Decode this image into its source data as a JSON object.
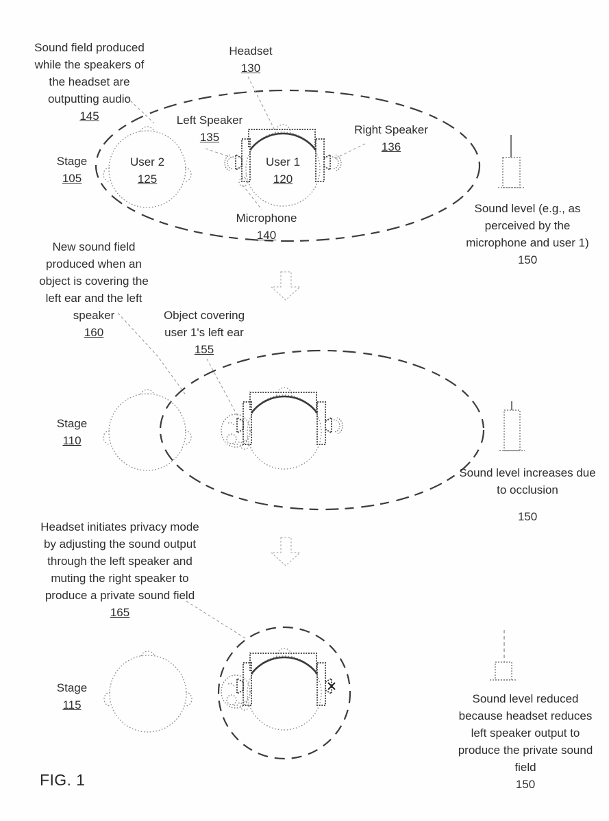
{
  "figure": {
    "caption": "FIG. 1"
  },
  "stage1": {
    "field_note": {
      "text": "Sound field produced while the speakers of the headset are outputting audio",
      "ref": "145"
    },
    "headset": {
      "text": "Headset",
      "ref": "130"
    },
    "left_speaker": {
      "text": "Left Speaker",
      "ref": "135"
    },
    "right_speaker": {
      "text": "Right Speaker",
      "ref": "136"
    },
    "stage": {
      "text": "Stage",
      "ref": "105"
    },
    "user2": {
      "text": "User 2",
      "ref": "125"
    },
    "user1": {
      "text": "User 1",
      "ref": "120"
    },
    "microphone": {
      "text": "Microphone",
      "ref": "140"
    },
    "sound_level": {
      "text": "Sound level (e.g., as perceived by the microphone and user 1)",
      "ref": "150"
    }
  },
  "stage2": {
    "field_note": {
      "text": "New sound field produced when an object is covering the left ear and the left speaker",
      "ref": "160"
    },
    "object_note": {
      "text": "Object covering user 1's left ear",
      "ref": "155"
    },
    "stage": {
      "text": "Stage",
      "ref": "110"
    },
    "sound_level": {
      "text": "Sound level increases due to occlusion",
      "ref": "150"
    }
  },
  "stage3": {
    "privacy_note": {
      "text": "Headset initiates privacy mode by adjusting the sound output through the left speaker and muting the right speaker to produce a private sound field",
      "ref": "165"
    },
    "stage": {
      "text": "Stage",
      "ref": "115"
    },
    "sound_level": {
      "text": "Sound level reduced because headset reduces left speaker output to produce the private sound field",
      "ref": "150"
    }
  },
  "icons": {
    "sound_meter": "gauge-bar-icon",
    "down_arrow": "hollow-down-arrow-icon",
    "mute": "x-mute-icon"
  }
}
